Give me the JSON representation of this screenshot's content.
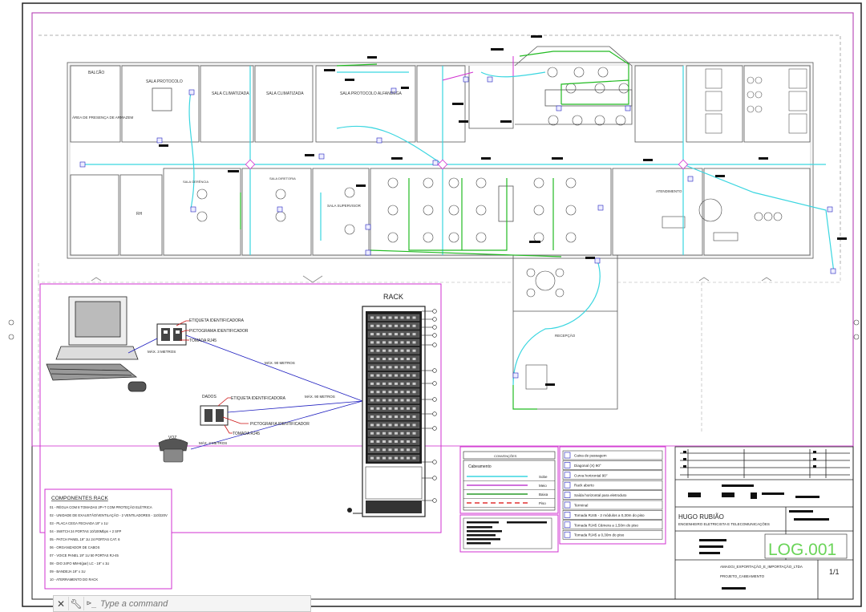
{
  "rooms": {
    "balcao": "BALCÃO",
    "sala_protocolo": "SALA PROTOCOLO",
    "sala_climatizada_1": "SALA CLIMATIZADA",
    "sala_climatizada_2": "SALA CLIMATIZADA",
    "sala_protocolo_alf": "SALA PROTOCOLO ALFANDEGA",
    "area_armazem": "ÁREA DE PRESENÇA DE ARMAZEM",
    "rh": "RH",
    "sala_supervisor": "SALA SUPERVISOR",
    "atendimento": "ATENDIMENTO",
    "recepcao": "RECEPÇÃO",
    "sala_gerencia": "SALA GERÊNCIA",
    "sala_diretoria": "SALA DIRETORIA"
  },
  "detail": {
    "rack_title": "RACK",
    "etiqueta_1": "ETIQUETA IDENTIFICADORA",
    "pictografia_1": "PICTOGRAMA IDENTIFICADOR",
    "tomada_1": "TOMADA RJ45",
    "max3_a": "MÁX.\n3 METROS",
    "max90_a": "MÁX.\n90 METROS",
    "max90_b": "MÁX.\n90 METROS",
    "dados": "DADOS",
    "etiqueta_2": "ETIQUETA IDENTIFICADORA",
    "pictografia_2": "PICTOGRAFIA IDENTIFICADOR",
    "tomada_2": "TOMADA RJ45",
    "voz": "VOZ",
    "max3_b": "MÁX.\n3 METROS"
  },
  "components": {
    "title": "COMPONENTES RACK",
    "items": [
      "01 - RÉGUA COM 8 TOMADAS 2P+T COM PROTEÇÃO ELÉTRICA",
      "02 - UNIDADE DE EXAUSTÃO/VENTILAÇÃO - 2 VENTILADORES - 110/220V",
      "03 - PLACA CEGA FECHADA 19\" x 1U",
      "04 - SWITCH 24 PORTAS 10/100Mbps + 2 SFP",
      "05 - PATCH PANEL 19\" 1U 24 PORTAS CAT. 6",
      "06 - ORGANIZADOR DE CABOS",
      "07 - VOICE PANEL 19\" 1U 50 PORTAS RJ-45",
      "08 - DIO 24FO MM-6(par) LC - 19\" x 1U",
      "09 - BANDEJA 19\" x 1U",
      "10 - ATERRAMENTO DO RACK"
    ]
  },
  "legend_cabling": {
    "title": "CONVENÇÕES",
    "cabeamento": "Cabeamento",
    "rows": [
      {
        "label": "Sobe",
        "color": "#3ad6e0",
        "dash": false
      },
      {
        "label": "Meio",
        "color": "#c040d0",
        "dash": false
      },
      {
        "label": "Baixa",
        "color": "#2a9a2a",
        "dash": false
      },
      {
        "label": "Piso",
        "color": "#e03030",
        "dash": true
      }
    ]
  },
  "legend_symbols": {
    "rows": [
      "Caixa de passagem",
      "Diagonal (X) 90°",
      "Curva horizontal 90°",
      "Rack aberto",
      "Saída horizontal para eletroduto",
      "Terminal",
      "Tomada RJ45 - 2 módulos a 0,30m do piso",
      "Tomada RJ45 Câmera a 1,50m do piso",
      "Tomada RJ45 a 0,30m do piso"
    ]
  },
  "title_block": {
    "author": "HUGO RUBIÃO",
    "author_sub": "ENGENHEIRO ELETRICISTA E TELECOMUNICAÇÕES",
    "code": "LOG.001",
    "client": "AMAGGI_EXPORTAÇÃO_E_IMPORTAÇÃO_LTDA",
    "project": "PROJETO_CABEAMENTO",
    "sheet": "1/1"
  },
  "command_bar": {
    "placeholder": "Type a command",
    "prompt": "⊳_"
  },
  "colors": {
    "wall": "#555555",
    "cyan": "#3ad6e0",
    "magenta": "#d030d0",
    "green": "#22bb22",
    "blue": "#2020c0",
    "red": "#cc1111",
    "frame": "#222222"
  }
}
